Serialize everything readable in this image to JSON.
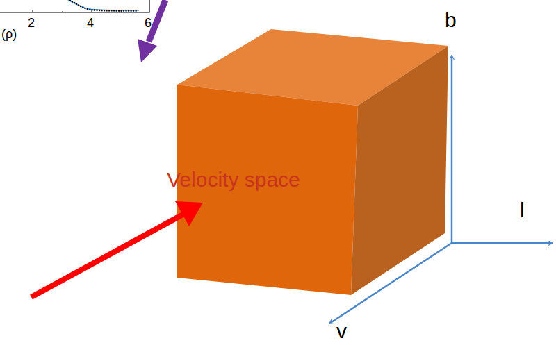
{
  "diagram": {
    "labels": [
      "2",
      "4",
      "6",
      "(ρ)",
      "Velocity space",
      "b",
      "l",
      "v"
    ]
  }
}
